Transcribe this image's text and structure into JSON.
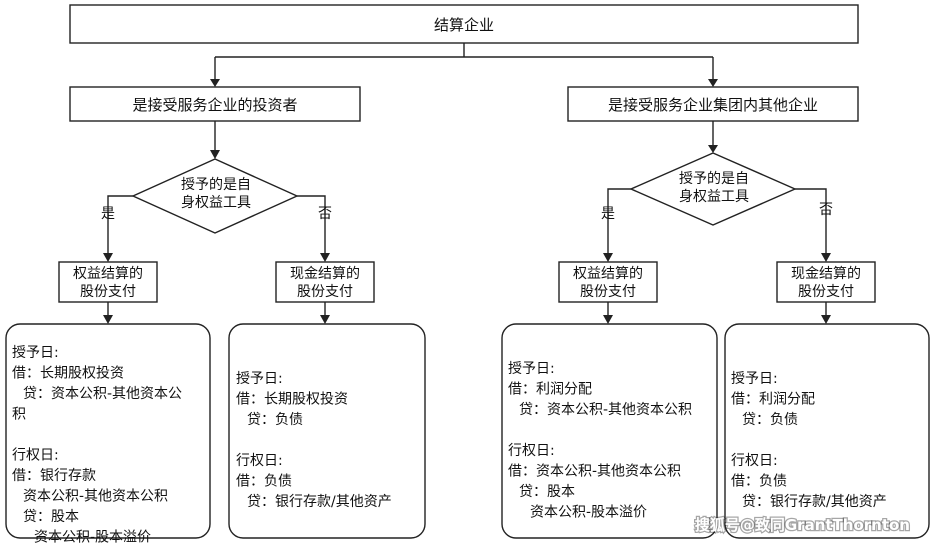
{
  "root": {
    "label": "结算企业"
  },
  "branches": [
    {
      "id": "left",
      "condition": "是接受服务企业的投资者",
      "decision": {
        "line1": "授予的是自",
        "line2": "身权益工具"
      },
      "yes_label": "是",
      "no_label": "否",
      "equity": {
        "title1": "权益结算的",
        "title2": "股份支付",
        "entries": [
          "授予日:",
          "借：长期股权投资",
          "  贷：资本公积-其他资本公",
          "积",
          "",
          "行权日:",
          "借：银行存款",
          "  资本公积-其他资本公积",
          "  贷：股本",
          "    资本公积-股本溢价"
        ]
      },
      "cash": {
        "title1": "现金结算的",
        "title2": "股份支付",
        "entries": [
          "授予日:",
          "借：长期股权投资",
          "  贷：负债",
          "",
          "行权日:",
          "借：负债",
          "  贷：银行存款/其他资产"
        ]
      }
    },
    {
      "id": "right",
      "condition": "是接受服务企业集团内其他企业",
      "decision": {
        "line1": "授予的是自",
        "line2": "身权益工具"
      },
      "yes_label": "是",
      "no_label": "否",
      "equity": {
        "title1": "权益结算的",
        "title2": "股份支付",
        "entries": [
          "授予日:",
          "借：利润分配",
          "  贷：资本公积-其他资本公积",
          "",
          "行权日:",
          "借：资本公积-其他资本公积",
          "  贷：股本",
          "    资本公积-股本溢价"
        ]
      },
      "cash": {
        "title1": "现金结算的",
        "title2": "股份支付",
        "entries": [
          "授予日:",
          "借：利润分配",
          "  贷：负债",
          "",
          "行权日:",
          "借：负债",
          "  贷：银行存款/其他资产"
        ]
      }
    }
  ],
  "watermark": "搜狐号@致同GrantThornton"
}
